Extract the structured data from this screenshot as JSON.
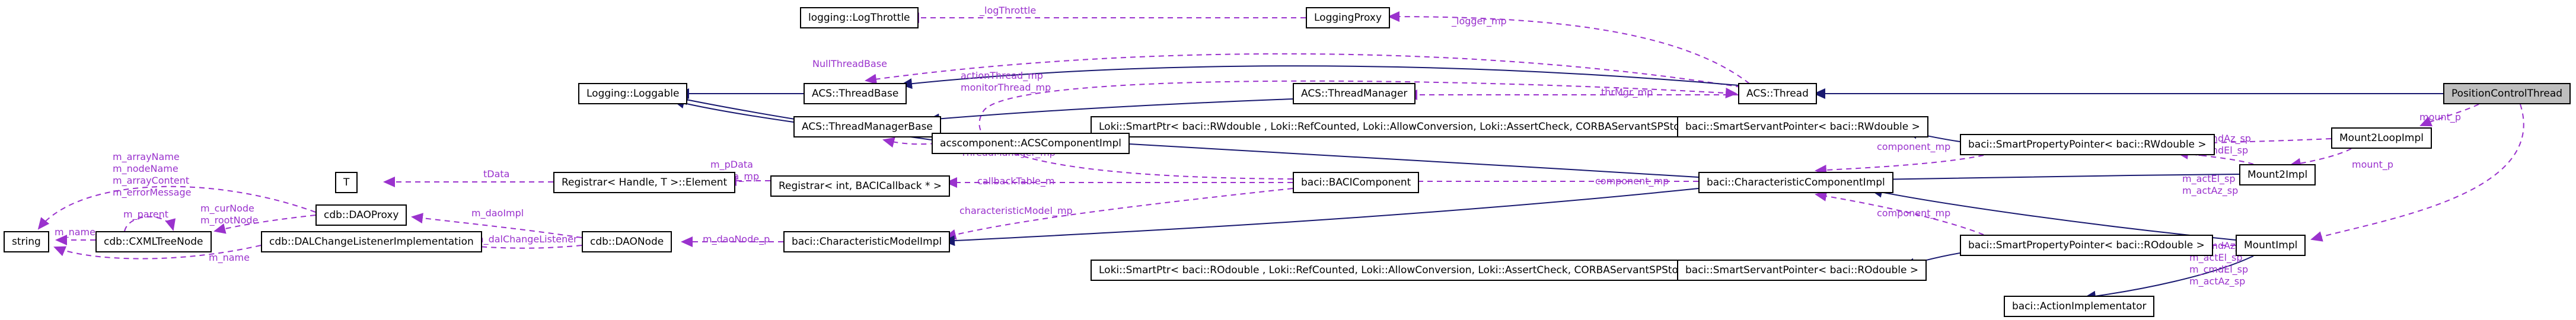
{
  "diagram": {
    "current_node": "PositionControlThread",
    "colors": {
      "usage_edge": "#9a32cd",
      "inheritance_edge": "#191970",
      "node_border": "#000000",
      "current_node_fill": "#bfbfbf"
    }
  },
  "nodes": {
    "log_throttle": {
      "label": "logging::LogThrottle"
    },
    "logging_proxy": {
      "label": "LoggingProxy"
    },
    "loggable": {
      "label": "Logging::Loggable"
    },
    "thread_base": {
      "label": "ACS::ThreadBase"
    },
    "thread_manager": {
      "label": "ACS::ThreadManager"
    },
    "acs_thread": {
      "label": "ACS::Thread"
    },
    "position_control_thread": {
      "label": "PositionControlThread"
    },
    "thread_manager_base": {
      "label": "ACS::ThreadManagerBase"
    },
    "loki_smartptr_rw": {
      "label": "Loki::SmartPtr< baci::RWdouble , Loki::RefCounted, Loki::AllowConversion, Loki::AssertCheck, CORBAServantSPStorage >"
    },
    "smart_servant_rw": {
      "label": "baci::SmartServantPointer< baci::RWdouble >"
    },
    "acs_component_impl": {
      "label": "acscomponent::ACSComponentImpl"
    },
    "smart_prop_rw": {
      "label": "baci::SmartPropertyPointer< baci::RWdouble >"
    },
    "mount2_loop_impl": {
      "label": "Mount2LoopImpl"
    },
    "t_node": {
      "label": "T"
    },
    "registrar_element": {
      "label": "Registrar< Handle, T >::Element"
    },
    "registrar_int": {
      "label": "Registrar< int, BACICallback * >"
    },
    "baci_component": {
      "label": "baci::BACIComponent"
    },
    "char_component_impl": {
      "label": "baci::CharacteristicComponentImpl"
    },
    "mount2_impl": {
      "label": "Mount2Impl"
    },
    "dao_proxy": {
      "label": "cdb::DAOProxy"
    },
    "string_node": {
      "label": "string"
    },
    "cxml_tree_node": {
      "label": "cdb::CXMLTreeNode"
    },
    "dal_change_listener_impl": {
      "label": "cdb::DALChangeListenerImplementation"
    },
    "dao_node": {
      "label": "cdb::DAONode"
    },
    "char_model_impl": {
      "label": "baci::CharacteristicModelImpl"
    },
    "loki_smartptr_ro": {
      "label": "Loki::SmartPtr< baci::ROdouble , Loki::RefCounted, Loki::AllowConversion, Loki::AssertCheck, CORBAServantSPStorage >"
    },
    "smart_servant_ro": {
      "label": "baci::SmartServantPointer< baci::ROdouble >"
    },
    "smart_prop_ro": {
      "label": "baci::SmartPropertyPointer< baci::ROdouble >"
    },
    "mount_impl": {
      "label": "MountImpl"
    },
    "action_implementator": {
      "label": "baci::ActionImplementator"
    }
  },
  "edge_labels": {
    "logthrottle": {
      "text": "_logThrottle"
    },
    "logger_mp": {
      "text": "_logger_mp"
    },
    "nullthreadbase": {
      "text": "NullThreadBase"
    },
    "actionthread": {
      "text": "actionThread_mp\nmonitorThread_mp"
    },
    "thrmgr": {
      "text": "thrMgr_mp"
    },
    "threadmanager_mp": {
      "text": "ThreadManager_mp"
    },
    "component_mp_rw": {
      "text": "component_mp"
    },
    "cmd_rw": {
      "text": "m_cmdAz_sp\nm_cmdEl_sp"
    },
    "tdata": {
      "text": "tData"
    },
    "pdata": {
      "text": "m_pData\npData_mp"
    },
    "callbacktable": {
      "text": "callbackTable_m"
    },
    "component_mp_mid": {
      "text": "component_mp"
    },
    "act2": {
      "text": "m_actEl_sp\nm_actAz_sp"
    },
    "mount_p_top": {
      "text": "mount_p"
    },
    "mount_p_mid": {
      "text": "mount_p"
    },
    "array_members": {
      "text": "m_arrayName\nm_nodeName\nm_arrayContent\nm_errorMessage"
    },
    "parent": {
      "text": "m_parent"
    },
    "curnode": {
      "text": "m_curNode\nm_rootNode"
    },
    "name1": {
      "text": "m_name"
    },
    "name2": {
      "text": "m_name"
    },
    "daoimpl": {
      "text": "m_daoImpl"
    },
    "dalchange": {
      "text": "m_dalChangeListener"
    },
    "daonode_p": {
      "text": "m_daoNode_p"
    },
    "charmodel_mp": {
      "text": "characteristicModel_mp"
    },
    "component_mp_ro": {
      "text": "component_mp"
    },
    "mount4": {
      "text": "m_cmdAz_sp\nm_actEl_sp\nm_cmdEl_sp\nm_actAz_sp"
    }
  }
}
